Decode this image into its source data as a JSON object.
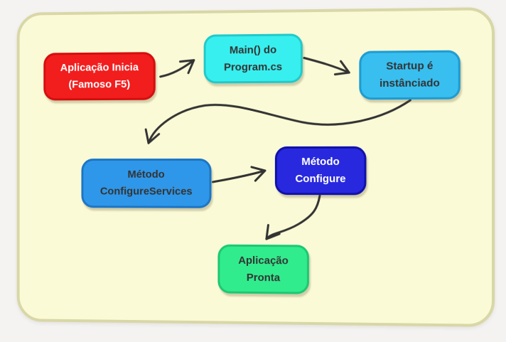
{
  "diagram": {
    "background_color": "#f4f3f1",
    "canvas": {
      "fill": "#FAFAD6",
      "border_color": "#D8D7A6"
    },
    "arrow_color": "#333333",
    "nodes": {
      "start": {
        "line1": "Aplicação Inicia",
        "line2": "(Famoso F5)",
        "fill": "#F21D1D",
        "border_color": "#D40E0E",
        "text_color": "#FFFFFF"
      },
      "main": {
        "line1": "Main() do",
        "line2": "Program.cs",
        "fill": "#38EFEF",
        "border_color": "#22C9C9",
        "text_color": "#333333"
      },
      "startup": {
        "line1": "Startup é",
        "line2": "instânciado",
        "fill": "#38BFF0",
        "border_color": "#1E9CD2",
        "text_color": "#333333"
      },
      "configureServices": {
        "line1": "Método",
        "line2": "ConfigureServices",
        "fill": "#2F97E9",
        "border_color": "#1C75C5",
        "text_color": "#333333"
      },
      "configure": {
        "line1": "Método",
        "line2": "Configure",
        "fill": "#2828DF",
        "border_color": "#1111A9",
        "text_color": "#FFFFFF"
      },
      "ready": {
        "line1": "Aplicação",
        "line2": "Pronta",
        "fill": "#31EC8D",
        "border_color": "#1CC873",
        "text_color": "#333333"
      }
    },
    "edges": [
      {
        "from": "start",
        "to": "main"
      },
      {
        "from": "main",
        "to": "startup"
      },
      {
        "from": "startup",
        "to": "configureServices"
      },
      {
        "from": "configureServices",
        "to": "configure"
      },
      {
        "from": "configure",
        "to": "ready"
      }
    ]
  }
}
